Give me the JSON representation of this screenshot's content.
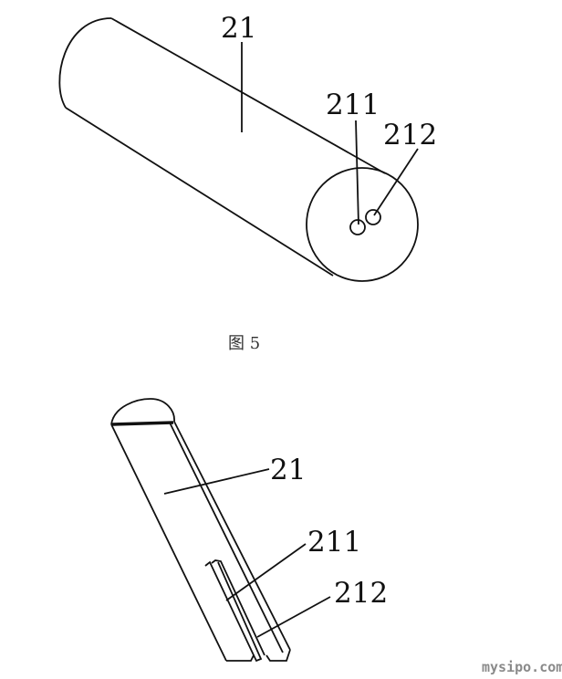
{
  "figure5": {
    "caption": "图 5",
    "labels": {
      "body": "21",
      "hole_1": "211",
      "hole_2": "212"
    }
  },
  "figure6": {
    "labels": {
      "body": "21",
      "groove_1": "211",
      "groove_2": "212"
    }
  },
  "watermark": "mysipo.com"
}
